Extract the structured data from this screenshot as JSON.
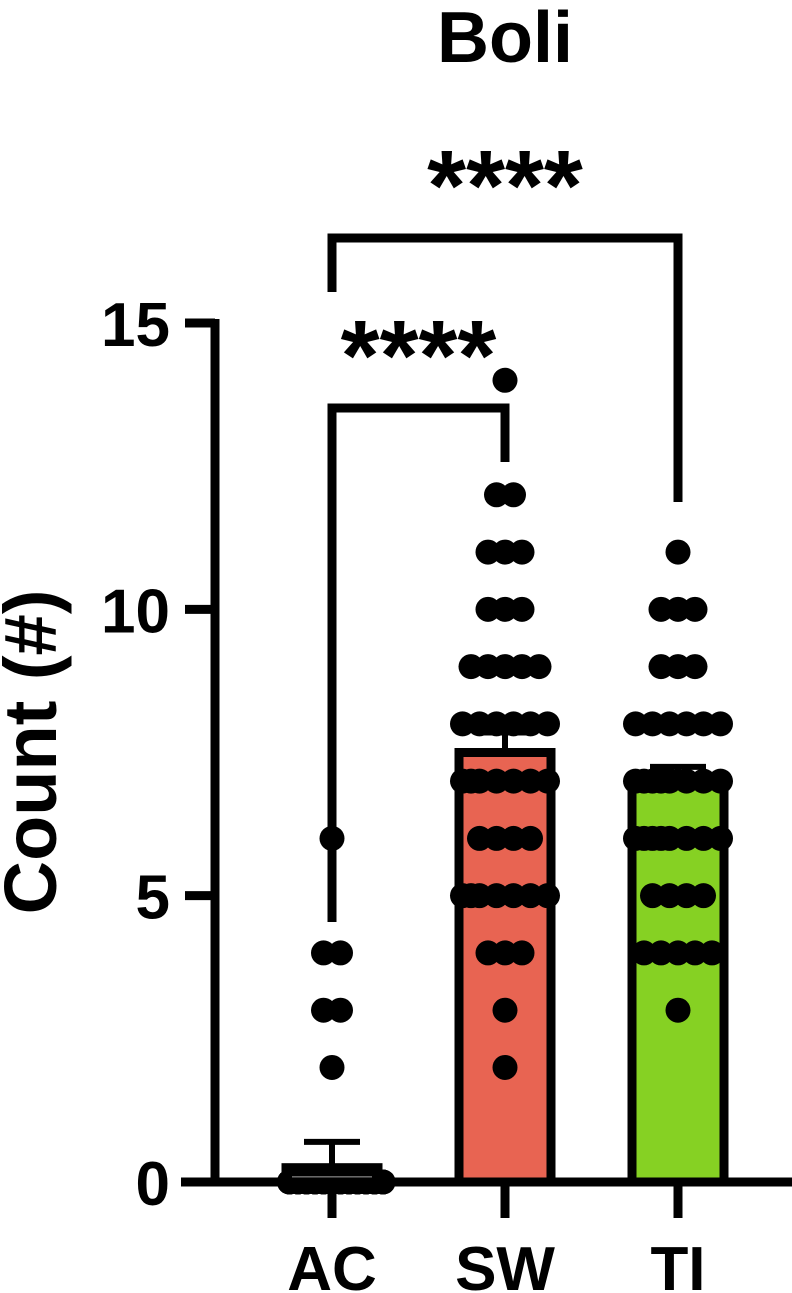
{
  "chart_data": {
    "type": "bar",
    "title": "Boli",
    "ylabel": "Count (#)",
    "xlabel": "",
    "ylim": [
      0,
      15
    ],
    "yticks": [
      0,
      5,
      10,
      15
    ],
    "categories": [
      "AC",
      "SW",
      "TI"
    ],
    "bar_colors": [
      "#000000",
      "#e86452",
      "#86d123"
    ],
    "series": [
      {
        "values": [
          0.25,
          7.5,
          7.0
        ],
        "error": [
          0.45,
          0.35,
          0.25
        ],
        "points": [
          [
            0,
            0,
            0,
            0,
            0,
            0,
            0,
            0,
            0,
            0,
            0,
            0,
            0,
            0,
            0,
            0,
            0,
            0,
            0,
            0,
            0,
            0,
            0,
            0,
            0,
            0,
            0,
            0,
            0,
            0,
            0,
            0,
            0,
            0,
            0,
            0,
            0,
            0,
            0,
            0,
            0,
            0,
            2,
            3,
            3,
            4,
            4,
            6
          ],
          [
            2,
            3,
            4,
            4,
            4,
            5,
            5,
            5,
            5,
            5,
            5,
            5,
            6,
            6,
            6,
            6,
            7,
            7,
            7,
            7,
            7,
            7,
            7,
            8,
            8,
            8,
            8,
            8,
            8,
            9,
            9,
            9,
            9,
            9,
            10,
            10,
            10,
            11,
            11,
            11,
            12,
            12,
            14
          ],
          [
            3,
            4,
            4,
            4,
            4,
            4,
            5,
            5,
            5,
            5,
            6,
            6,
            6,
            6,
            6,
            6,
            6,
            6,
            7,
            7,
            7,
            7,
            7,
            7,
            7,
            7,
            8,
            8,
            8,
            8,
            8,
            8,
            9,
            9,
            9,
            10,
            10,
            10,
            11
          ]
        ]
      }
    ],
    "significance": [
      {
        "from": "AC",
        "to": "SW",
        "label": "****"
      },
      {
        "from": "AC",
        "to": "TI",
        "label": "****"
      }
    ]
  }
}
